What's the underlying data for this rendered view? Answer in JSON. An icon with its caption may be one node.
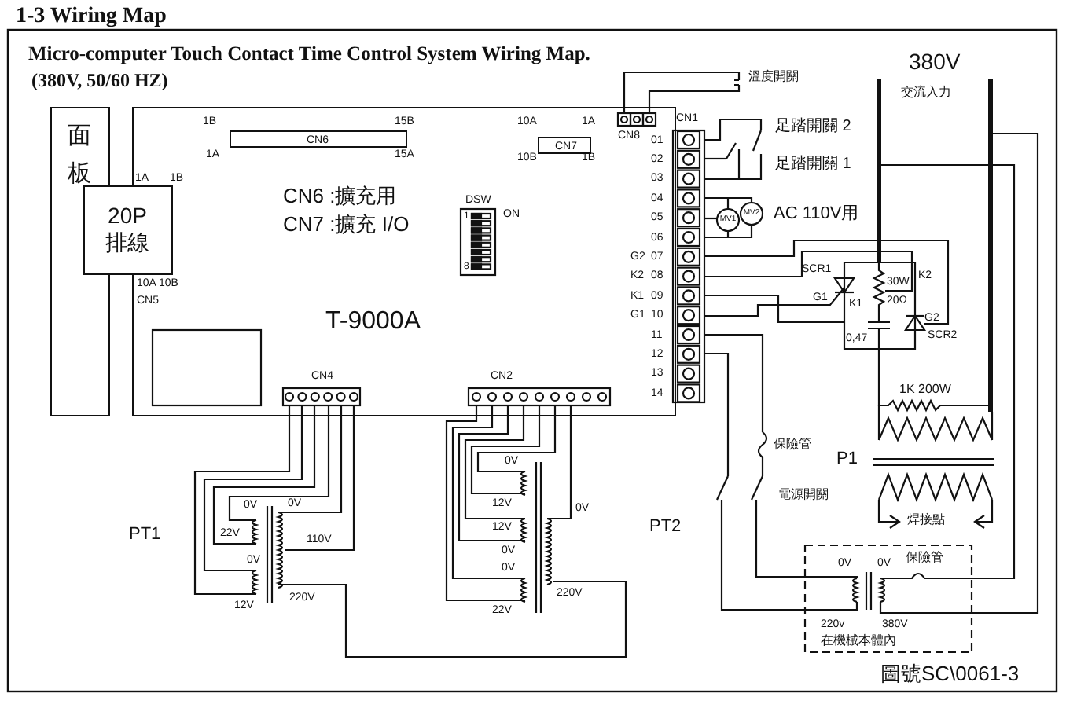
{
  "diagram": {
    "title": "1-3 Wiring Map",
    "nodes": [
      {
        "text": [
          "面板"
        ]
      },
      {
        "text": [
          "20P 排線"
        ]
      },
      {
        "text": [
          "T-9000A"
        ]
      },
      {
        "text": [
          "CN6"
        ],
        "in": 2
      },
      {
        "text": [
          "CN7"
        ],
        "in": 2
      }
    ],
    "labels": [
      "Micro-computer Touch Contact Time Control System Wiring Map.",
      "(380V, 50/60 HZ)",
      "1B",
      "15B",
      "1A",
      "15A",
      "10A",
      "1A",
      "10B",
      "1B",
      "CN6 :擴充用",
      "CN7 :擴充 I/O",
      "DSW",
      "1",
      "ON",
      "8",
      "1A",
      "1B",
      "10A 10B",
      "CN5",
      "CN4",
      "CN2",
      "CN8",
      "CN1",
      "01",
      "02",
      "03",
      "04",
      "05",
      "06",
      "07",
      "08",
      "09",
      "10",
      "11",
      "12",
      "13",
      "14",
      "G2",
      "K2",
      "K1",
      "G1",
      "溫度開關",
      "足踏開關 2",
      "足踏開關 1",
      "MV1",
      "MV2",
      "AC 110V用",
      "380V",
      "交流入力",
      "SCR1",
      "G1",
      "K1",
      "0,47",
      "30W",
      "20Ω",
      "K2",
      "G2",
      "SCR2",
      "1K 200W",
      "P1",
      "焊接點",
      "保險管",
      "電源開關",
      "PT1",
      "0V",
      "0V",
      "22V",
      "110V",
      "0V",
      "12V",
      "220V",
      "PT2",
      "0V",
      "12V",
      "12V",
      "0V",
      "0V",
      "22V",
      "0V",
      "220V",
      "0V",
      "0V",
      "保險管",
      "220v",
      "380V",
      "在機械本體內",
      "圖號SC\\0061-3"
    ]
  }
}
